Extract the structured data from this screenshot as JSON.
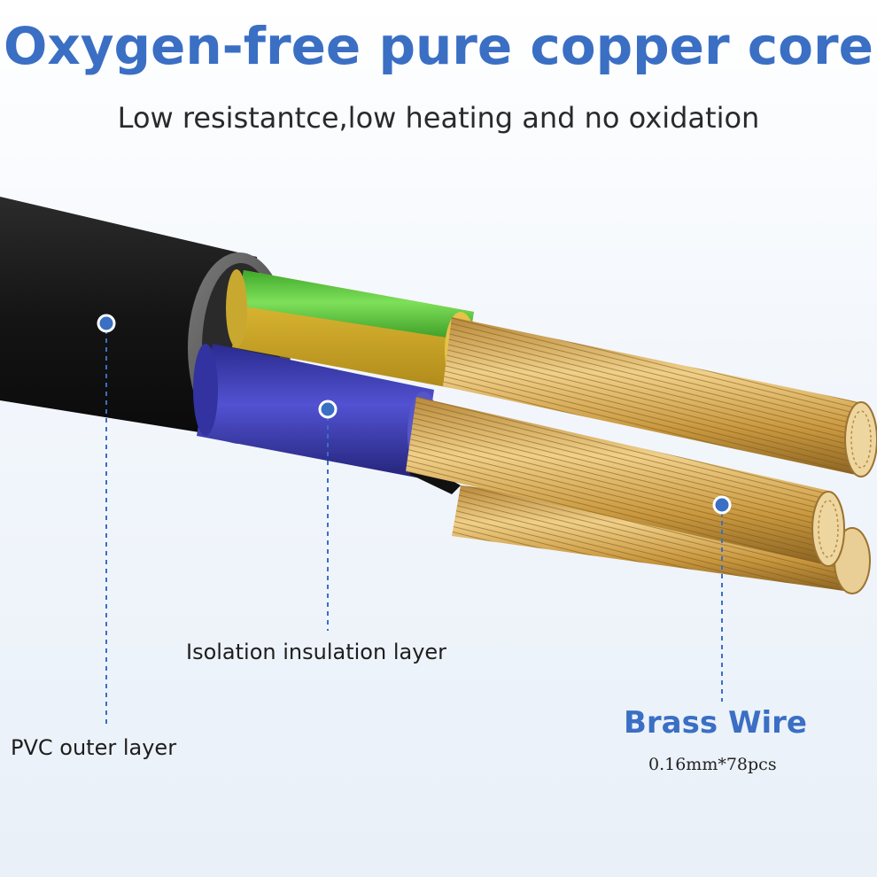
{
  "header": {
    "title": "Oxygen-free pure copper core",
    "subtitle": "Low resistantce,low heating and no oxidation"
  },
  "callouts": {
    "pvc": "PVC outer layer",
    "isolation": "Isolation insulation layer",
    "brass_title": "Brass Wire",
    "brass_spec": "0.16mm*78pcs"
  },
  "colors": {
    "accent": "#3a6fc4",
    "jacket": "#1a1a1a",
    "green_yellow_wire": "#5ecb3e",
    "blue_wire": "#3f3fb5",
    "copper": "#d4a85a"
  }
}
